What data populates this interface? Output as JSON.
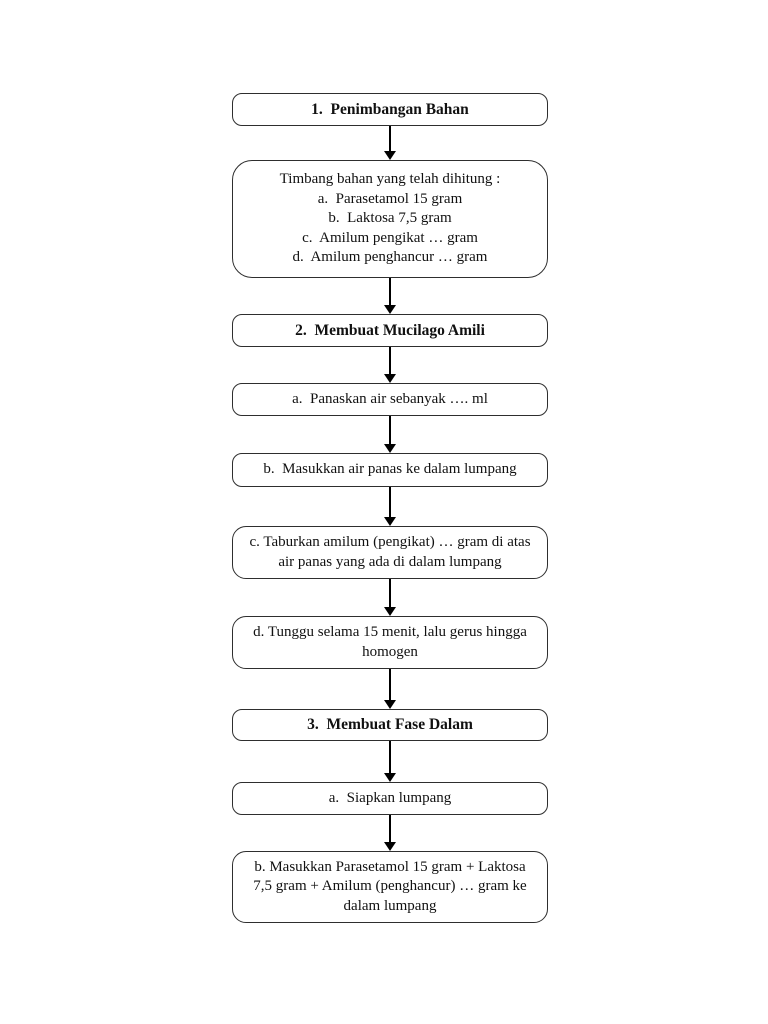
{
  "document": {
    "background": "#ffffff",
    "box_border_color": "#2e2e2e",
    "arrow_color": "#000000",
    "text_color": "#111111"
  },
  "flowchart": {
    "nodes": [
      {
        "id": "step-1-title",
        "bold": true,
        "lines": [
          "1.  Penimbangan Bahan"
        ]
      },
      {
        "id": "step-1-items",
        "bold": false,
        "lines": [
          "Timbang bahan yang telah dihitung :",
          "a.  Parasetamol 15 gram",
          "b.  Laktosa 7,5 gram",
          "c.  Amilum pengikat … gram",
          "d.  Amilum penghancur … gram"
        ]
      },
      {
        "id": "step-2-title",
        "bold": true,
        "lines": [
          "2.  Membuat Mucilago Amili"
        ]
      },
      {
        "id": "step-2a",
        "bold": false,
        "lines": [
          "a.  Panaskan air sebanyak …. ml"
        ]
      },
      {
        "id": "step-2b",
        "bold": false,
        "lines": [
          "b.  Masukkan air panas ke dalam lumpang"
        ]
      },
      {
        "id": "step-2c",
        "bold": false,
        "lines": [
          "c. Taburkan amilum (pengikat) … gram di atas",
          "air panas yang ada di dalam lumpang"
        ]
      },
      {
        "id": "step-2d",
        "bold": false,
        "lines": [
          "d. Tunggu selama 15 menit, lalu gerus hingga",
          "homogen"
        ]
      },
      {
        "id": "step-3-title",
        "bold": true,
        "lines": [
          "3.  Membuat Fase Dalam"
        ]
      },
      {
        "id": "step-3a",
        "bold": false,
        "lines": [
          "a.  Siapkan lumpang"
        ]
      },
      {
        "id": "step-3b",
        "bold": false,
        "lines": [
          "b. Masukkan Parasetamol 15 gram + Laktosa",
          "7,5 gram + Amilum (penghancur) … gram ke",
          "dalam lumpang"
        ]
      }
    ]
  }
}
